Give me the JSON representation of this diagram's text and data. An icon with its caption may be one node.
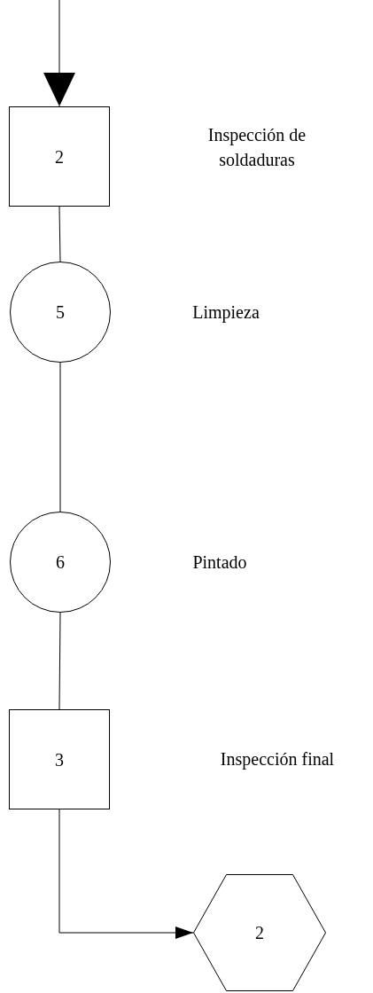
{
  "diagram": {
    "nodes": [
      {
        "text": [
          "2"
        ]
      },
      {
        "text": [
          "5"
        ]
      },
      {
        "text": [
          "6"
        ]
      },
      {
        "text": [
          "3"
        ]
      },
      {
        "text": [
          "2"
        ]
      }
    ],
    "edges": [
      {
        "from": null,
        "to": 0,
        "arrow": "to"
      },
      {
        "from": 0,
        "to": 1,
        "arrow": "none"
      },
      {
        "from": 1,
        "to": 2,
        "arrow": "none"
      },
      {
        "from": 2,
        "to": 3,
        "arrow": "none"
      },
      {
        "from": 3,
        "to": 4,
        "arrow": "to"
      }
    ],
    "labels": [
      "Inspección de soldaduras",
      "Limpieza",
      "Pintado",
      "Inspección final"
    ]
  }
}
